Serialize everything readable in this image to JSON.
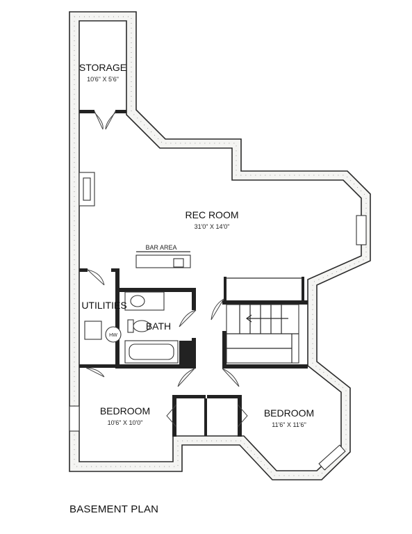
{
  "plan": {
    "title": "BASEMENT PLAN",
    "rooms": {
      "storage": {
        "name": "STORAGE",
        "dims": "10'6\" X 5'6\""
      },
      "rec_room": {
        "name": "REC ROOM",
        "dims": "31'0\" X 14'0\""
      },
      "bar_area": {
        "name": "BAR AREA"
      },
      "utilities": {
        "name": "UTILITIES"
      },
      "bath": {
        "name": "BATH"
      },
      "bedroom_1": {
        "name": "BEDROOM",
        "dims": "10'6\" X 10'0\""
      },
      "bedroom_2": {
        "name": "BEDROOM",
        "dims": "11'6\" X 11'6\""
      }
    },
    "fixtures": {
      "water_heater": "HW"
    }
  }
}
